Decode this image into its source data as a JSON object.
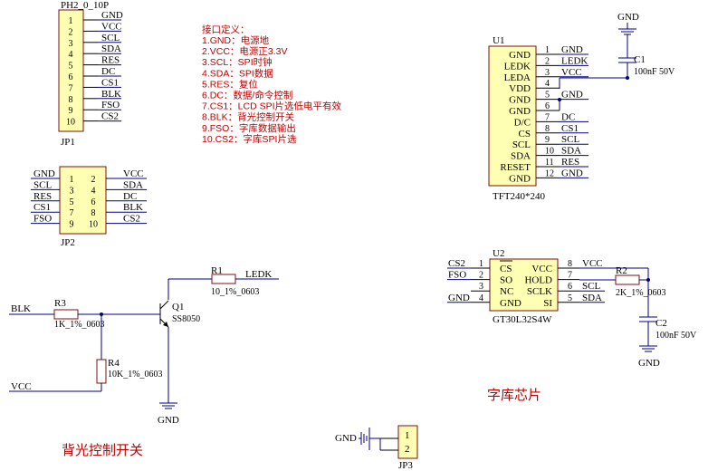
{
  "jp1": {
    "footprint": "PH2_0_10P",
    "ref": "JP1",
    "pins": [
      "1",
      "2",
      "3",
      "4",
      "5",
      "6",
      "7",
      "8",
      "9",
      "10"
    ],
    "nets": [
      "GND",
      "VCC",
      "SCL",
      "SDA",
      "RES",
      "DC",
      "CS1",
      "BLK",
      "FSO",
      "CS2"
    ]
  },
  "jp2": {
    "ref": "JP2",
    "left_pins": [
      "1",
      "3",
      "5",
      "7",
      "9"
    ],
    "left_nets": [
      "GND",
      "SCL",
      "RES",
      "CS1",
      "FSO"
    ],
    "right_pins": [
      "2",
      "4",
      "6",
      "8",
      "10"
    ],
    "right_nets": [
      "VCC",
      "SDA",
      "DC",
      "BLK",
      "CS2"
    ]
  },
  "jp3": {
    "ref": "JP3",
    "pins": [
      "1",
      "2"
    ],
    "net": "GND"
  },
  "interface_notes": {
    "title": "接口定义：",
    "lines": [
      "1.GND：电源地",
      "2.VCC：电源正3.3V",
      "3.SCL：SPI时钟",
      "4.SDA：SPI数据",
      "5.RES：复位",
      "6.DC：数据/命令控制",
      "7.CS1：LCD SPI片选低电平有效",
      "8.BLK：背光控制开关",
      "9.FSO：字库数据输出",
      "10.CS2：字库SPI片选"
    ]
  },
  "u1": {
    "ref": "U1",
    "name": "TFT240*240",
    "pin_names": [
      "GND",
      "LEDK",
      "LEDA",
      "VDD",
      "GND",
      "GND",
      "D/C",
      "CS",
      "SCL",
      "SDA",
      "RESET",
      "GND"
    ],
    "pin_numbers": [
      "1",
      "2",
      "3",
      "4",
      "5",
      "6",
      "7",
      "8",
      "9",
      "10",
      "11",
      "12"
    ],
    "nets": [
      "GND",
      "LEDK",
      "VCC",
      "",
      "GND",
      "",
      "DC",
      "CS1",
      "SCL",
      "SDA",
      "RES",
      "GND"
    ]
  },
  "c1": {
    "ref": "C1",
    "value": "100nF 50V"
  },
  "top_gnd": "GND",
  "u2": {
    "ref": "U2",
    "name": "GT30L32S4W",
    "left_pins": [
      "CS",
      "SO",
      "NC",
      "GND"
    ],
    "left_numbers": [
      "1",
      "2",
      "3",
      "4"
    ],
    "left_nets": [
      "CS2",
      "FSO",
      "",
      "GND"
    ],
    "right_pins": [
      "VCC",
      "HOLD",
      "SCLK",
      "SI"
    ],
    "right_numbers": [
      "8",
      "7",
      "6",
      "5"
    ],
    "right_nets": [
      "VCC",
      "",
      "SCL",
      "SDA"
    ]
  },
  "r2": {
    "ref": "R2",
    "value": "2K_1%_0603"
  },
  "c2": {
    "ref": "C2",
    "value": "100nF 50V"
  },
  "u2_gnd": "GND",
  "font_chip_label": "字库芯片",
  "backlight": {
    "r1": {
      "ref": "R1",
      "value": "10_1%_0603",
      "net": "LEDK"
    },
    "q1": {
      "ref": "Q1",
      "value": "SS8050"
    },
    "r3": {
      "ref": "R3",
      "value": "1K_1%_0603"
    },
    "r4": {
      "ref": "R4",
      "value": "10K_1%_0603"
    },
    "blk_net": "BLK",
    "vcc_net": "VCC",
    "gnd": "GND",
    "label": "背光控制开关"
  },
  "colors": {
    "wire": "#000080",
    "ic_outline": "#7a1010",
    "ic_fill": "#ffffb4",
    "annotation": "#c00000"
  }
}
